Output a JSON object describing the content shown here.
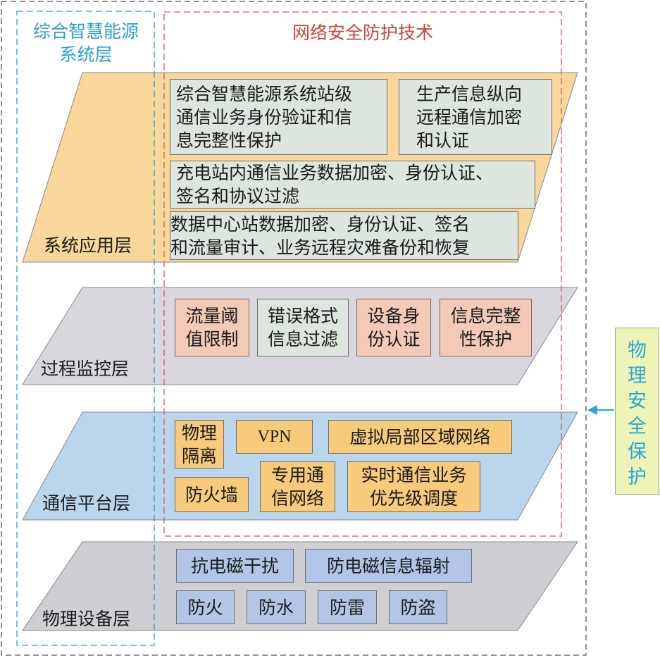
{
  "left_column": {
    "title_line1": "综合智慧能源",
    "title_line2": "系统层"
  },
  "right_column": {
    "title": "网络安全防护技术"
  },
  "colors": {
    "left_title": "#2a9fd0",
    "right_title": "#c9473b",
    "app_layer_fill": "#f9d79a",
    "process_layer_fill": "#d9d6de",
    "comm_layer_fill": "#b9d6ec",
    "physical_layer_fill": "#cfcfd3",
    "physical_security_text": "#2aa7d6"
  },
  "layers": {
    "application": {
      "label": "系统应用层",
      "items": [
        {
          "line1": "综合智慧能源系统站级",
          "line2": "通信业务身份验证和信",
          "line3": "息完整性保护"
        },
        {
          "line1": "生产信息纵向",
          "line2": "远程通信加密",
          "line3": "和认证"
        },
        {
          "line1": "充电站内通信业务数据加密、身份认证、",
          "line2": "签名和协议过滤"
        },
        {
          "line1": "数据中心站数据加密、身份认证、签名",
          "line2": "和流量审计、业务远程灾难备份和恢复"
        }
      ]
    },
    "process": {
      "label": "过程监控层",
      "items": [
        {
          "line1": "流量阈",
          "line2": "值限制"
        },
        {
          "line1": "错误格式",
          "line2": "信息过滤"
        },
        {
          "line1": "设备身",
          "line2": "份认证"
        },
        {
          "line1": "信息完整",
          "line2": "性保护"
        }
      ]
    },
    "communication": {
      "label": "通信平台层",
      "items": [
        {
          "line1": "物理",
          "line2": "隔离"
        },
        {
          "line1": "VPN"
        },
        {
          "line1": "虚拟局部区域网络"
        },
        {
          "line1": "防火墙"
        },
        {
          "line1": "专用通",
          "line2": "信网络"
        },
        {
          "line1": "实时通信业务",
          "line2": "优先级调度"
        }
      ]
    },
    "physical": {
      "label": "物理设备层",
      "items": [
        {
          "line1": "抗电磁干扰"
        },
        {
          "line1": "防电磁信息辐射"
        },
        {
          "line1": "防火"
        },
        {
          "line1": "防水"
        },
        {
          "line1": "防雷"
        },
        {
          "line1": "防盗"
        }
      ]
    }
  },
  "physical_security": {
    "chars": [
      "物",
      "理",
      "安",
      "全",
      "保",
      "护"
    ]
  }
}
